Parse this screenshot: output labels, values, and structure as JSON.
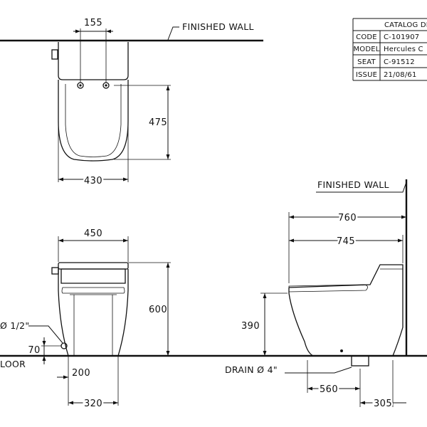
{
  "wall_labels": {
    "top": "FINISHED  WALL",
    "side": "FINISHED  WALL",
    "floor": "LOOR"
  },
  "catalog_table": {
    "header": "CATALOG  DR",
    "rows": [
      {
        "key": "CODE",
        "value": "C-101907"
      },
      {
        "key": "MODEL",
        "value": "Hercules  C"
      },
      {
        "key": "SEAT",
        "value": "C-91512"
      },
      {
        "key": "ISSUE",
        "value": "21/08/61"
      }
    ]
  },
  "top_view": {
    "dim_holes": "155",
    "dim_depth": "475",
    "dim_width": "430"
  },
  "front_view": {
    "dim_width": "450",
    "dim_height": "600",
    "dim_supply_height": "70",
    "dim_base": "200",
    "dim_supply_offset": "320",
    "supply_label": "Ø 1/2\""
  },
  "side_view": {
    "dim_total": "760",
    "dim_body": "745",
    "dim_seat_height": "390",
    "dim_drain_offset": "560",
    "dim_wall_to_drain": "305",
    "drain_label": "DRAIN  Ø 4\""
  }
}
